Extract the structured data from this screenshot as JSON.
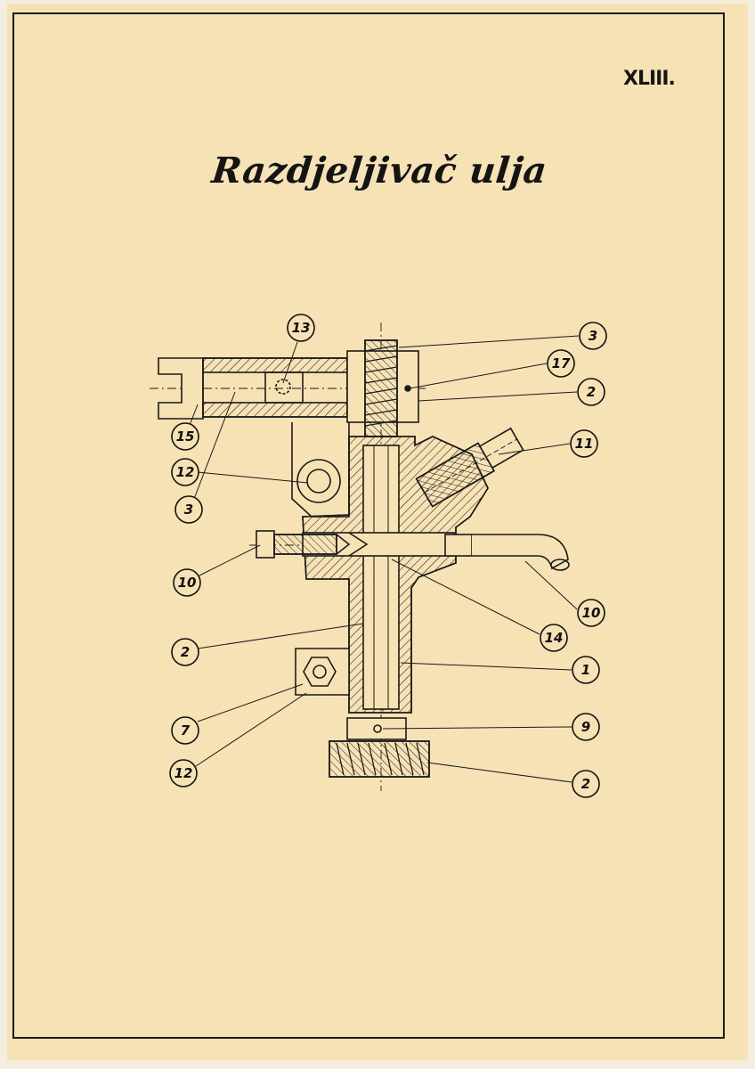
{
  "page": {
    "number": "XLIII.",
    "title": "Razdjeljivač ulja"
  },
  "callouts": [
    {
      "label": "3"
    },
    {
      "label": "17"
    },
    {
      "label": "2"
    },
    {
      "label": "11"
    },
    {
      "label": "10"
    },
    {
      "label": "14"
    },
    {
      "label": "1"
    },
    {
      "label": "9"
    },
    {
      "label": "2"
    },
    {
      "label": "13"
    },
    {
      "label": "15"
    },
    {
      "label": "12"
    },
    {
      "label": "3"
    },
    {
      "label": "10"
    },
    {
      "label": "2"
    },
    {
      "label": "7"
    },
    {
      "label": "12"
    }
  ],
  "colors": {
    "paper": "#f6e2b4",
    "ink": "#1a1a1a"
  }
}
